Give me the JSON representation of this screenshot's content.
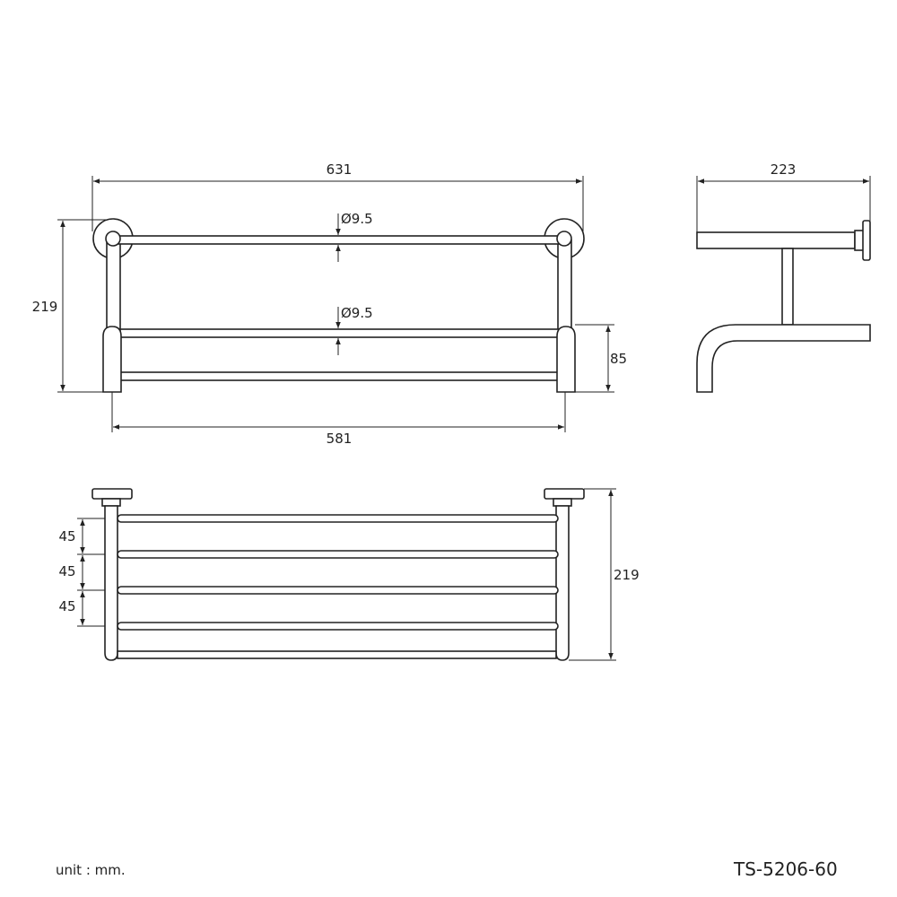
{
  "front_view": {
    "overall_width": "631",
    "bar_width": "581",
    "height": "219",
    "lower_rack_height": "85",
    "top_bar_diameter": "Ø9.5",
    "lower_bar_diameter": "Ø9.5"
  },
  "side_view": {
    "depth": "223"
  },
  "top_view": {
    "bar_spacing": [
      "45",
      "45",
      "45"
    ],
    "depth": "219"
  },
  "footer": {
    "unit": "unit : mm.",
    "model": "TS-5206-60"
  }
}
